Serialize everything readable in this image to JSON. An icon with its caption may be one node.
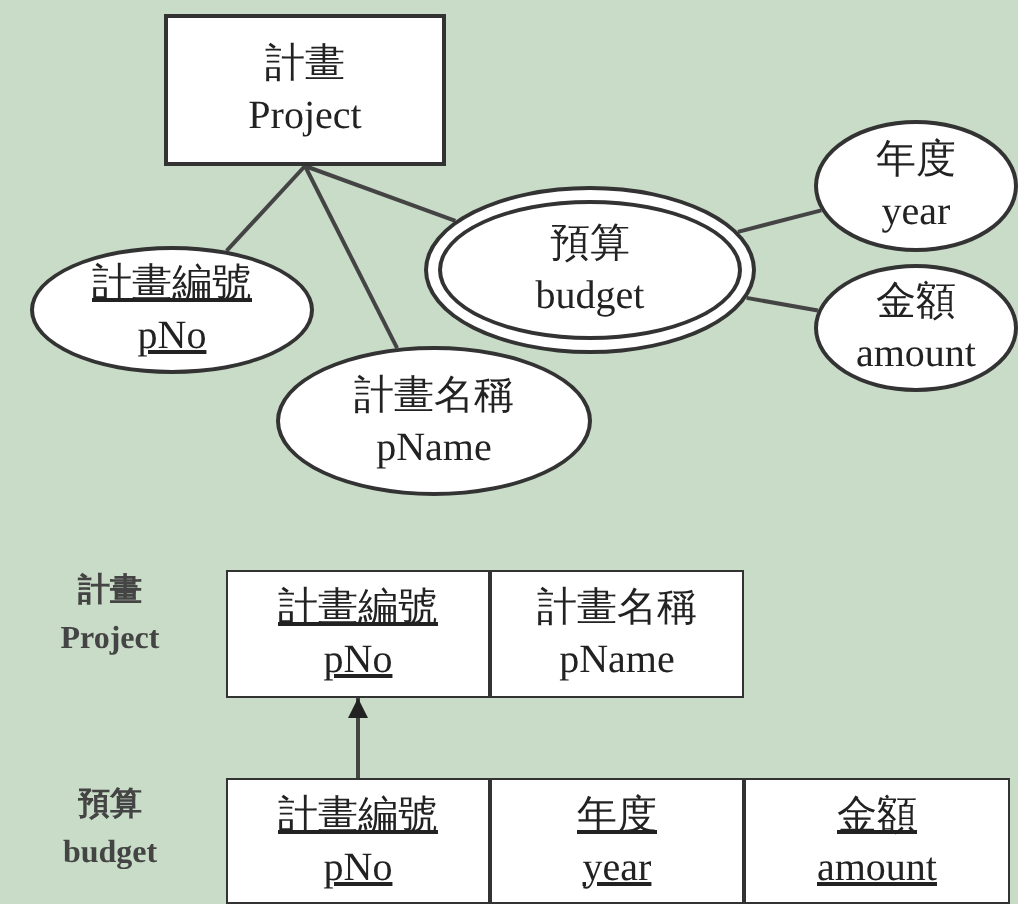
{
  "diagram": {
    "nodes": [
      {
        "text": [
          "計畫",
          "Project"
        ]
      },
      {
        "text": [
          "計畫編號",
          "pNo"
        ]
      },
      {
        "text": [
          "計畫名稱",
          "pName"
        ]
      },
      {
        "text": [
          "預算",
          "budget"
        ]
      },
      {
        "text": [
          "年度",
          "year"
        ]
      },
      {
        "text": [
          "金額",
          "amount"
        ]
      },
      {
        "text": [
          "計畫編號",
          "pNo"
        ]
      },
      {
        "text": [
          "計畫名稱",
          "pName"
        ]
      },
      {
        "text": [
          "計畫編號",
          "pNo"
        ]
      },
      {
        "text": [
          "年度",
          "year"
        ]
      },
      {
        "text": [
          "金額",
          "amount"
        ]
      }
    ],
    "edges": [
      {
        "from": 0,
        "to": 1,
        "arrow": "none"
      },
      {
        "from": 0,
        "to": 2,
        "arrow": "none"
      },
      {
        "from": 0,
        "to": 3,
        "arrow": "none"
      },
      {
        "from": 3,
        "to": 4,
        "arrow": "none"
      },
      {
        "from": 3,
        "to": 5,
        "arrow": "none"
      },
      {
        "from": 8,
        "to": 6,
        "arrow": "to"
      }
    ],
    "labels": [
      "計畫",
      "Project",
      "預算",
      "budget"
    ]
  }
}
